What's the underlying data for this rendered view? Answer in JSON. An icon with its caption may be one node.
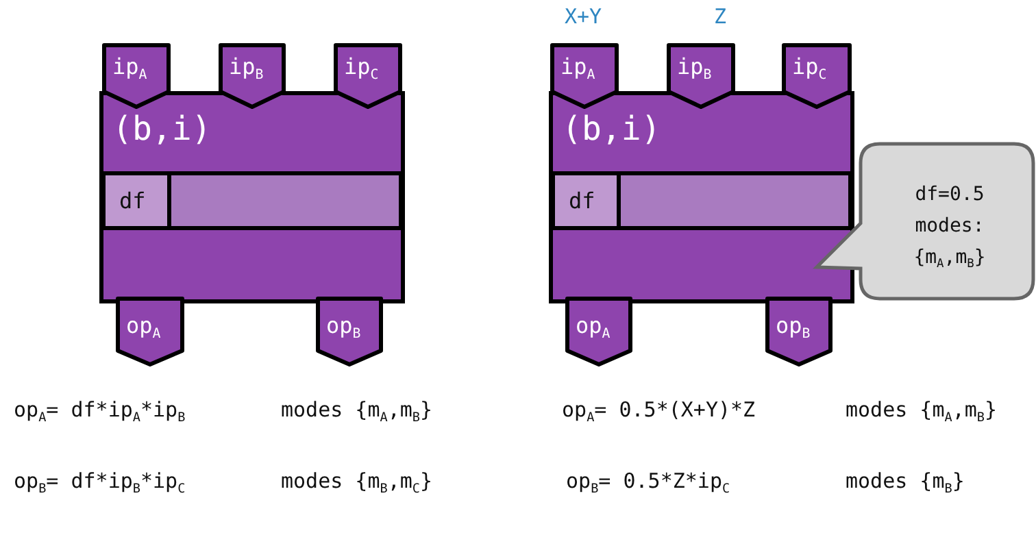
{
  "diagram": {
    "nodes": [
      {
        "text": [
          "(b,i)"
        ]
      },
      {
        "text": [
          "df"
        ],
        "in": 0
      },
      {
        "text": [],
        "shape": "bar",
        "in": 0
      },
      {
        "text": [
          "ip$_{A}$"
        ]
      },
      {
        "text": [
          "ip$_{B}$"
        ]
      },
      {
        "text": [
          "ip$_{C}$"
        ]
      },
      {
        "text": [
          "op$_{A}$"
        ]
      },
      {
        "text": [
          "op$_{B}$"
        ]
      },
      {
        "text": [
          "(b,i)"
        ]
      },
      {
        "text": [
          "df"
        ],
        "in": 8
      },
      {
        "text": [],
        "shape": "bar",
        "in": 8
      },
      {
        "text": [
          "ip$_{A}$"
        ],
        "beside": [
          "X+Y"
        ]
      },
      {
        "text": [
          "ip$_{B}$"
        ],
        "beside": [
          "Z"
        ]
      },
      {
        "text": [
          "ip$_{C}$"
        ]
      },
      {
        "text": [
          "op$_{A}$"
        ]
      },
      {
        "text": [
          "op$_{B}$"
        ]
      },
      {
        "text": [
          "df=0.5 modes: {m$_{A}$,m$_{B}$}"
        ]
      }
    ],
    "labels": [
      "op$_{A}$= df*ip$_{A}$*ip$_{B}$",
      "modes {m$_{A}$,m$_{B}$}",
      "op$_{A}$= 0.5*(X+Y)*Z",
      "modes {m$_{A}$,m$_{B}$}",
      "op$_{B}$= df*ip$_{B}$*ip$_{C}$",
      "modes {m$_{B}$,m$_{C}$}",
      "op$_{B}$= 0.5*Z*ip$_{C}$",
      "modes {m$_{B}$}"
    ]
  }
}
